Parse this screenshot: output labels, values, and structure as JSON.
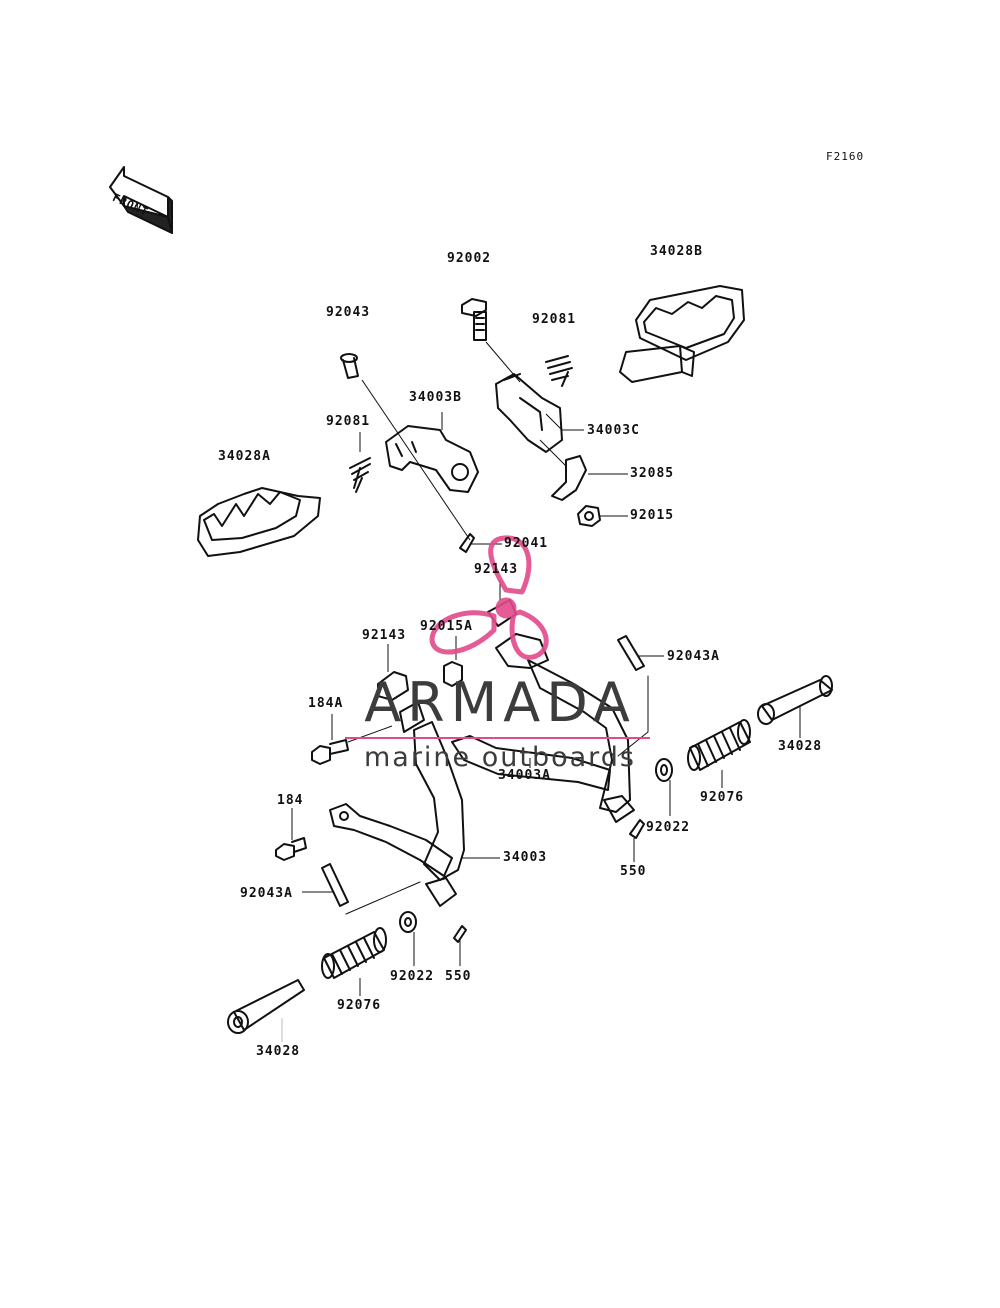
{
  "figure_code": "F2160",
  "front_arrow": {
    "text": "FRONT"
  },
  "watermark": {
    "title": "ARMADA",
    "subtitle": "marine outboards",
    "accent_color": "#e24a8a",
    "text_color": "#3c3c3c",
    "logo_icon": "propeller-icon"
  },
  "labels": {
    "p92002": "92002",
    "p34028B": "34028B",
    "p92043_top": "92043",
    "p92081_top": "92081",
    "p34003B": "34003B",
    "p34003C": "34003C",
    "p92081_left": "92081",
    "p34028A": "34028A",
    "p32085": "32085",
    "p92015": "92015",
    "p92041": "92041",
    "p92143_top": "92143",
    "p92015A": "92015A",
    "p92143_left": "92143",
    "p92043A_right": "92043A",
    "p184A": "184A",
    "p34028_right": "34028",
    "p34003A": "34003A",
    "p92076_right": "92076",
    "p184": "184",
    "p92022_right": "92022",
    "p550_right": "550",
    "p34003": "34003",
    "p92043A_left": "92043A",
    "p92022_left": "92022",
    "p550_left": "550",
    "p92076_left": "92076",
    "p34028_left": "34028"
  }
}
